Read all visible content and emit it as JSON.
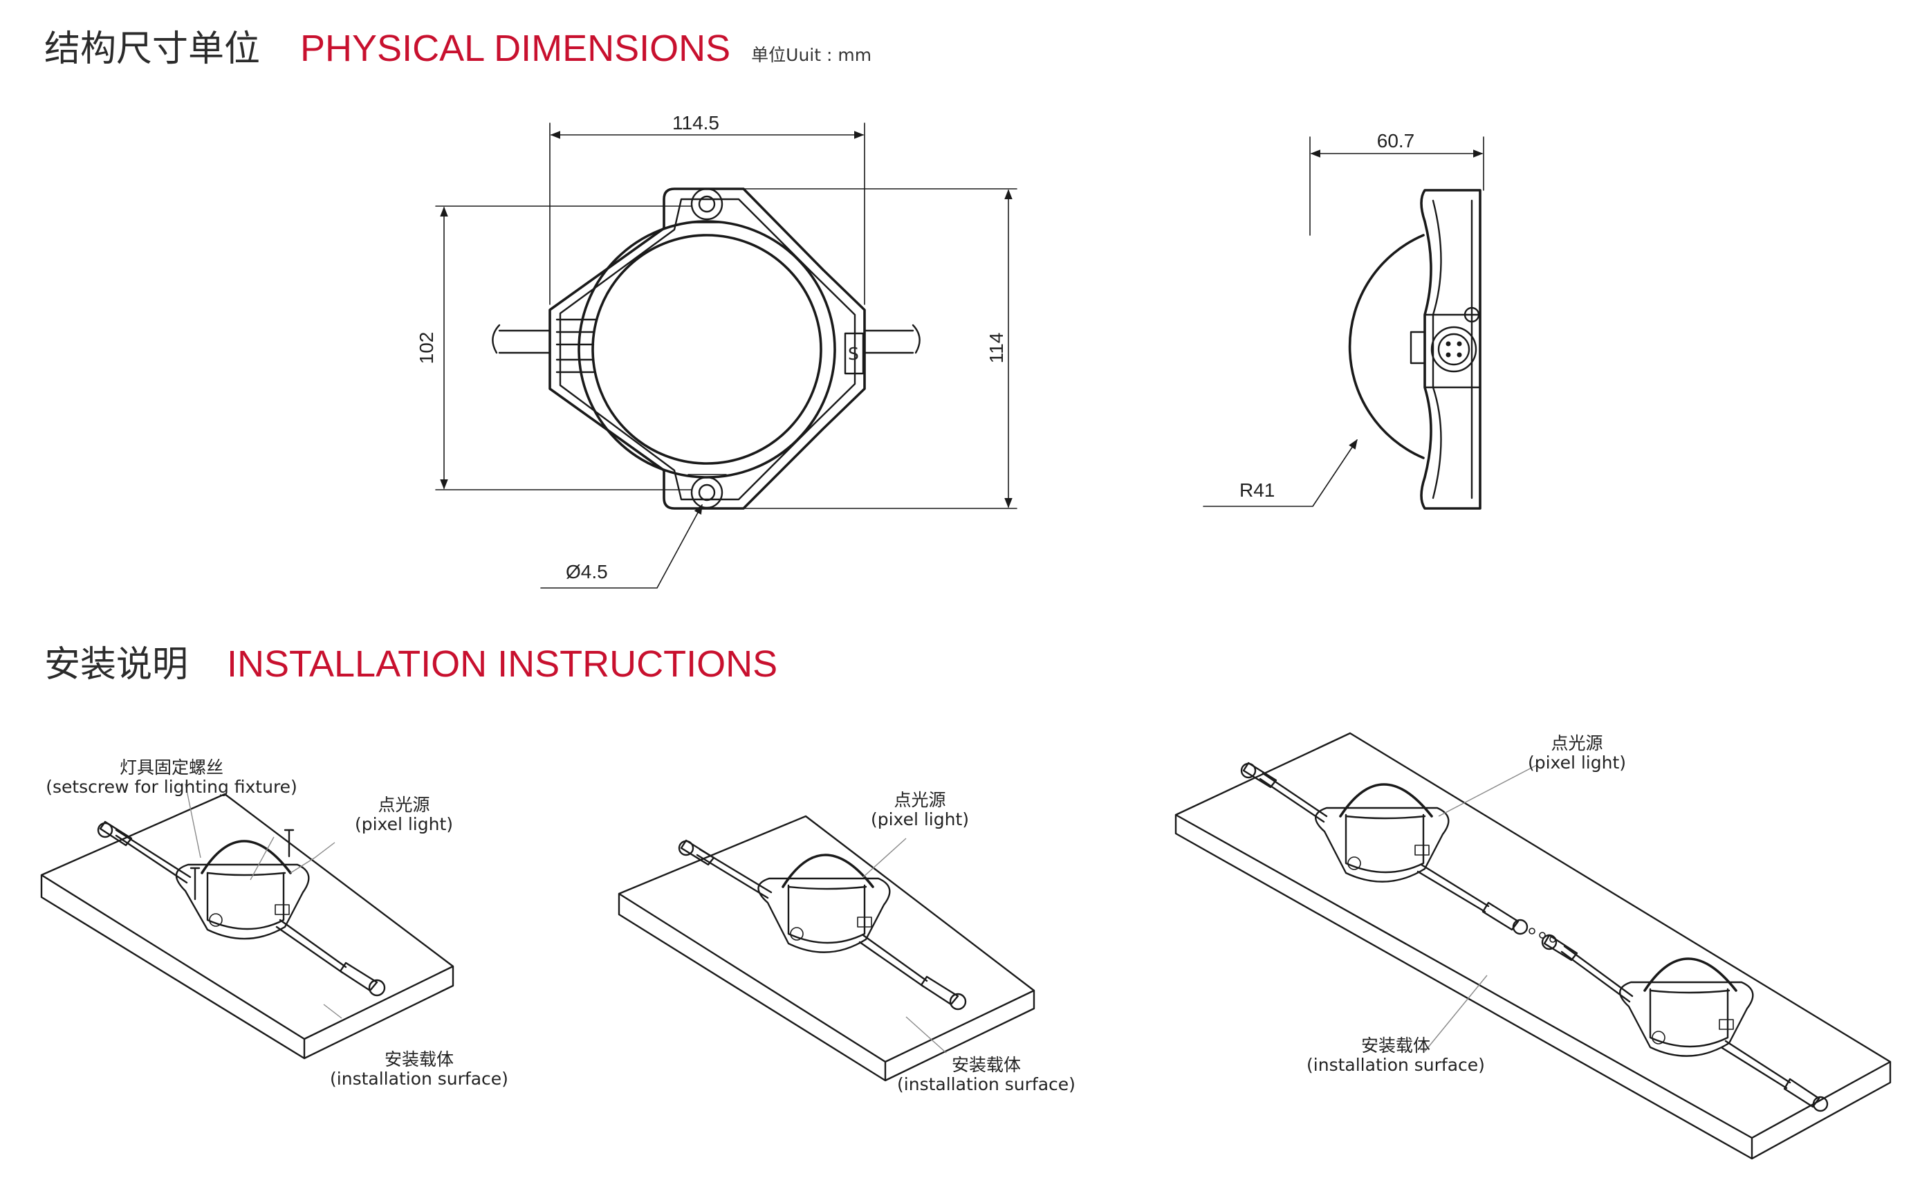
{
  "sections": {
    "dimensions": {
      "title_cn": "结构尺寸单位",
      "title_en": "PHYSICAL DIMENSIONS",
      "unit": "单位Uuit : mm"
    },
    "installation": {
      "title_cn": "安装说明",
      "title_en": "INSTALLATION INSTRUCTIONS"
    }
  },
  "dimensions": {
    "width": "114.5",
    "height_inner": "102",
    "height_outer": "114",
    "hole_diameter": "Ø4.5",
    "depth": "60.7",
    "dome_radius": "R41"
  },
  "labels": {
    "setscrew_cn": "灯具固定螺丝",
    "setscrew_en": "(setscrew for lighting fixture)",
    "pixel_cn": "点光源",
    "pixel_en": "(pixel light)",
    "surface_cn": "安装载体",
    "surface_en": "(installation surface)"
  },
  "colors": {
    "accent": "#c8102e",
    "line": "#1a1a1a"
  }
}
